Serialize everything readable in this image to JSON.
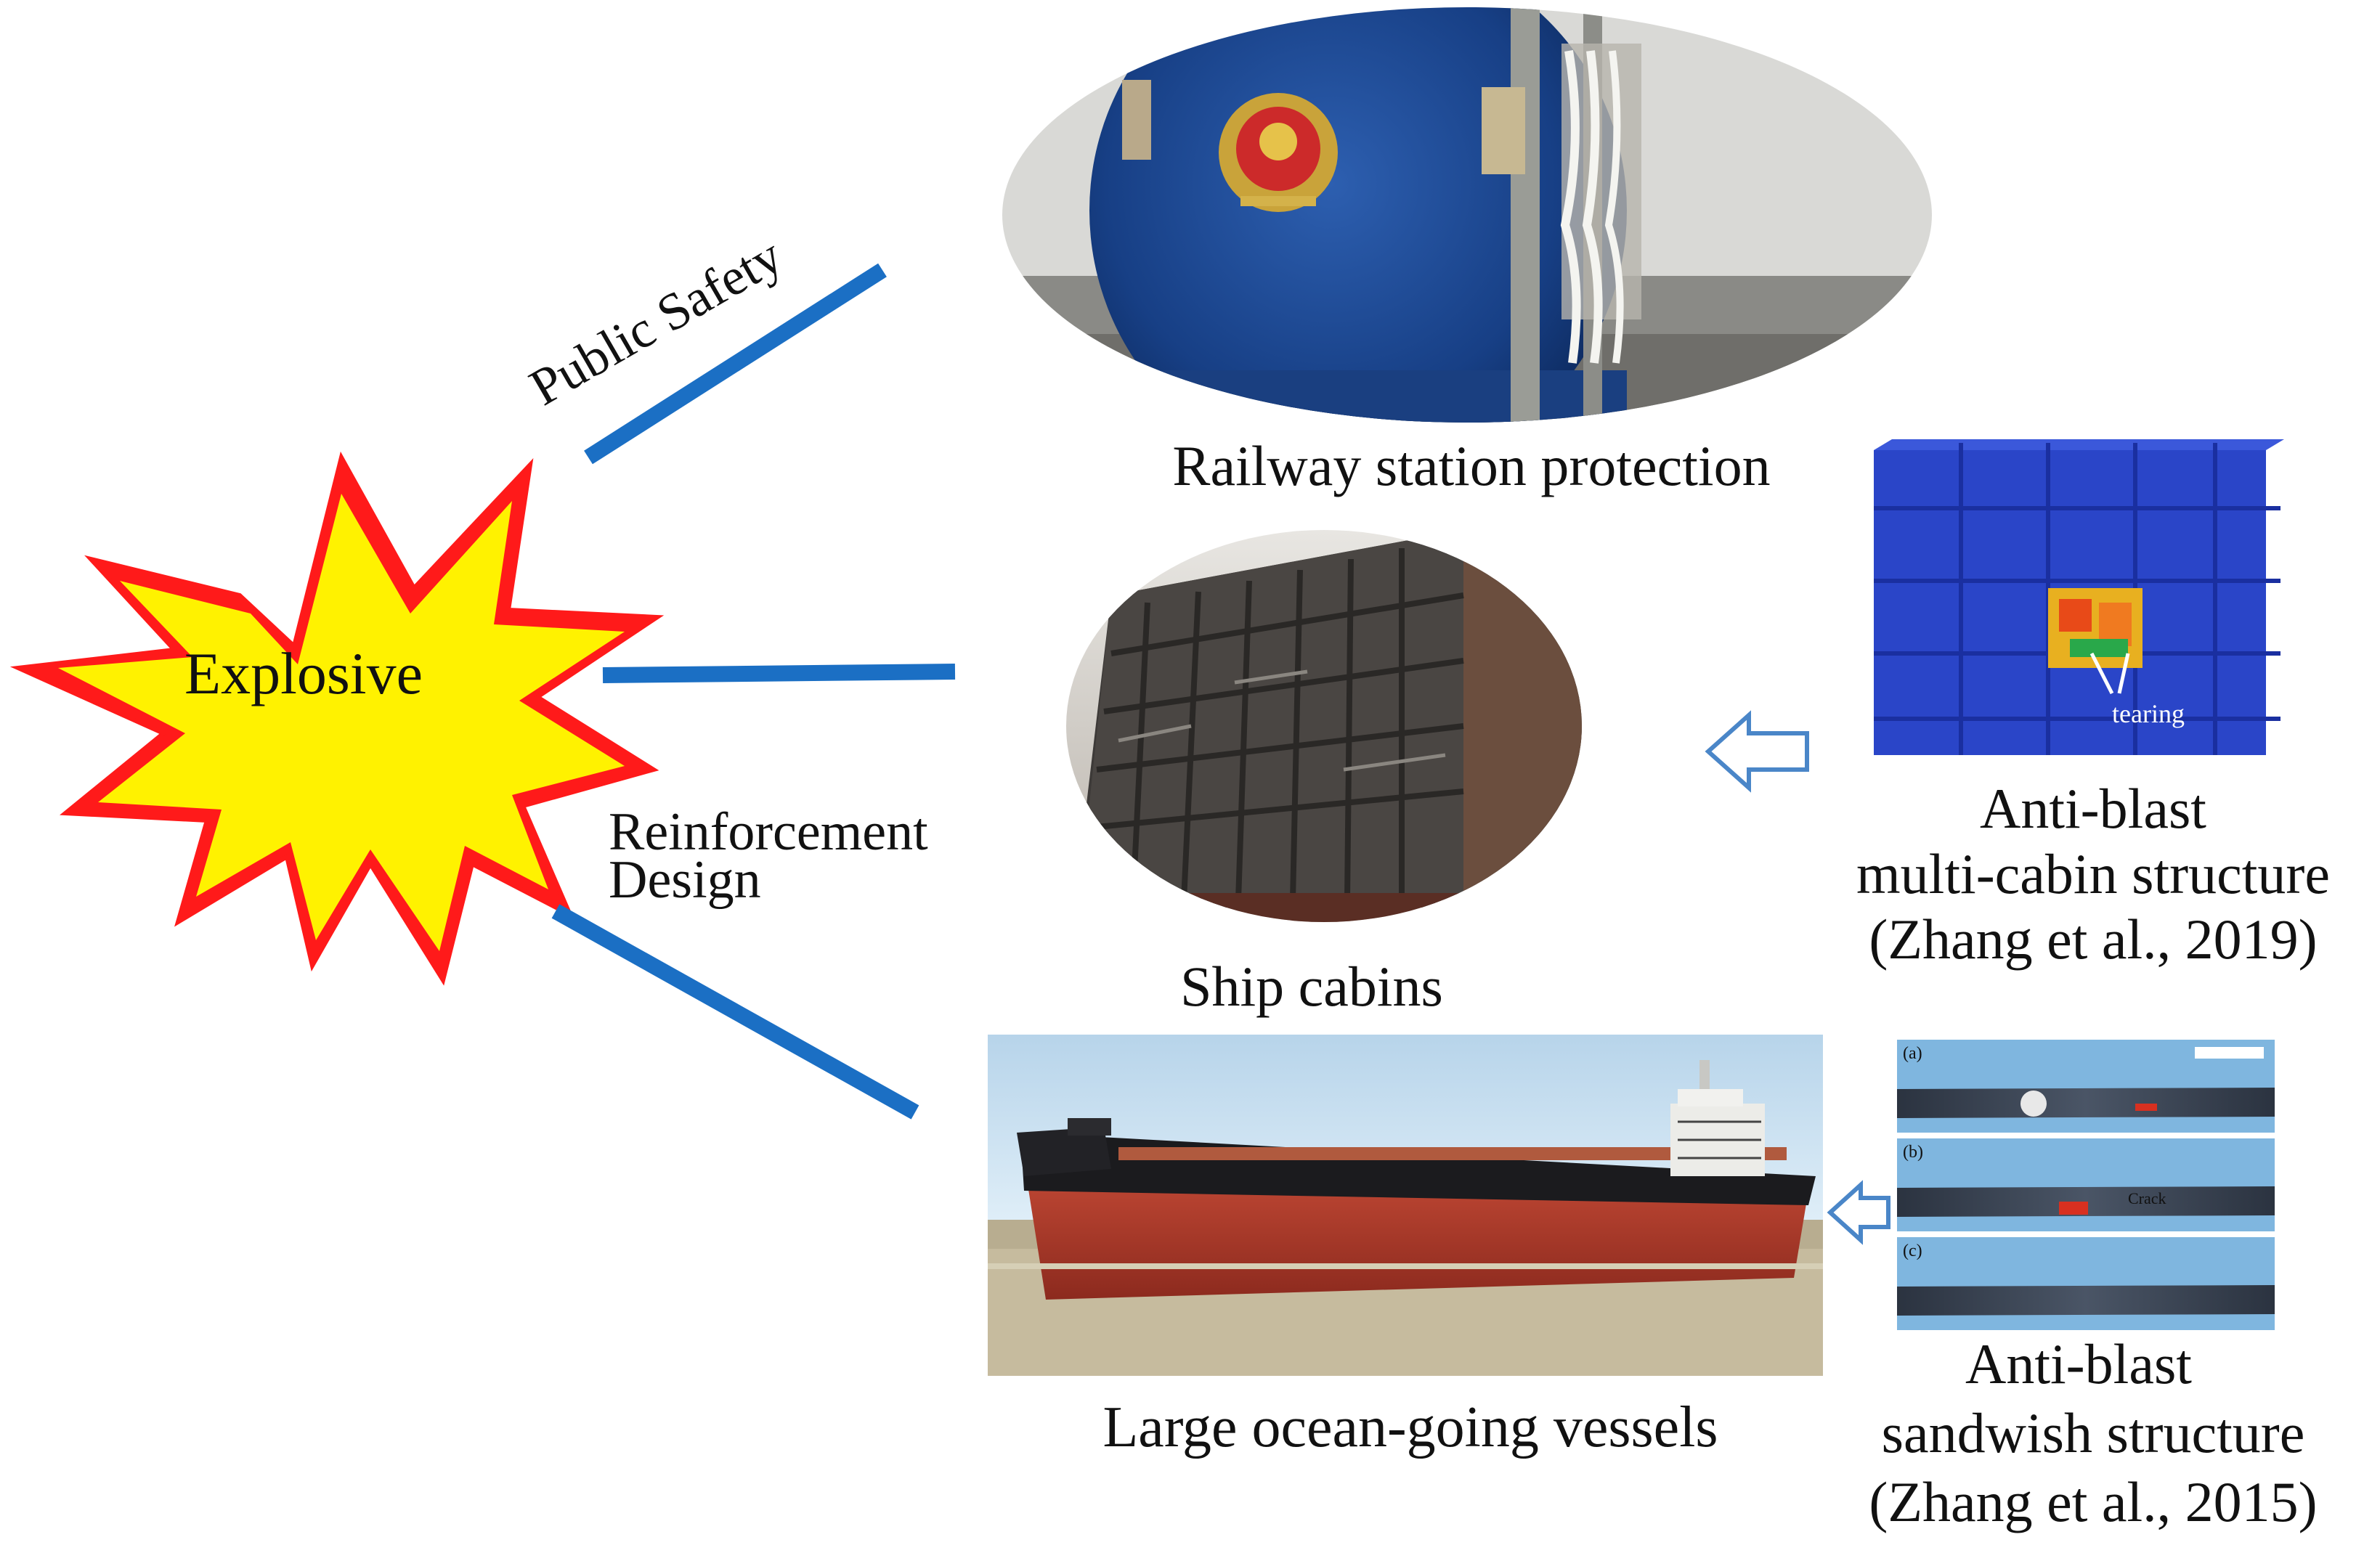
{
  "center": {
    "label": "Explosive"
  },
  "branches": {
    "public_safety": "Public Safety",
    "reinforcement_line1": "Reinforcement",
    "reinforcement_line2": "Design"
  },
  "applications": {
    "railway": "Railway station protection",
    "ship_cabins": "Ship cabins",
    "vessels": "Large ocean-going vessels"
  },
  "references": {
    "multi_cabin": {
      "line1": "Anti-blast",
      "line2": "multi-cabin structure",
      "line3": "(Zhang et al., 2019)",
      "inset_label": "tearing"
    },
    "sandwich": {
      "line1": "Anti-blast",
      "line2": "sandwish structure",
      "line3": "(Zhang et al., 2015)",
      "panel_a": "(a)",
      "panel_b": "(b)",
      "panel_c": "(c)",
      "crack_label": "Crack"
    }
  },
  "colors": {
    "connector_blue": "#1b6fc4",
    "arrow_blue": "#4a86c8",
    "burst_fill": "#fff200",
    "burst_edge": "#ff1a1a",
    "burst_outer": "#ff7a1a"
  }
}
